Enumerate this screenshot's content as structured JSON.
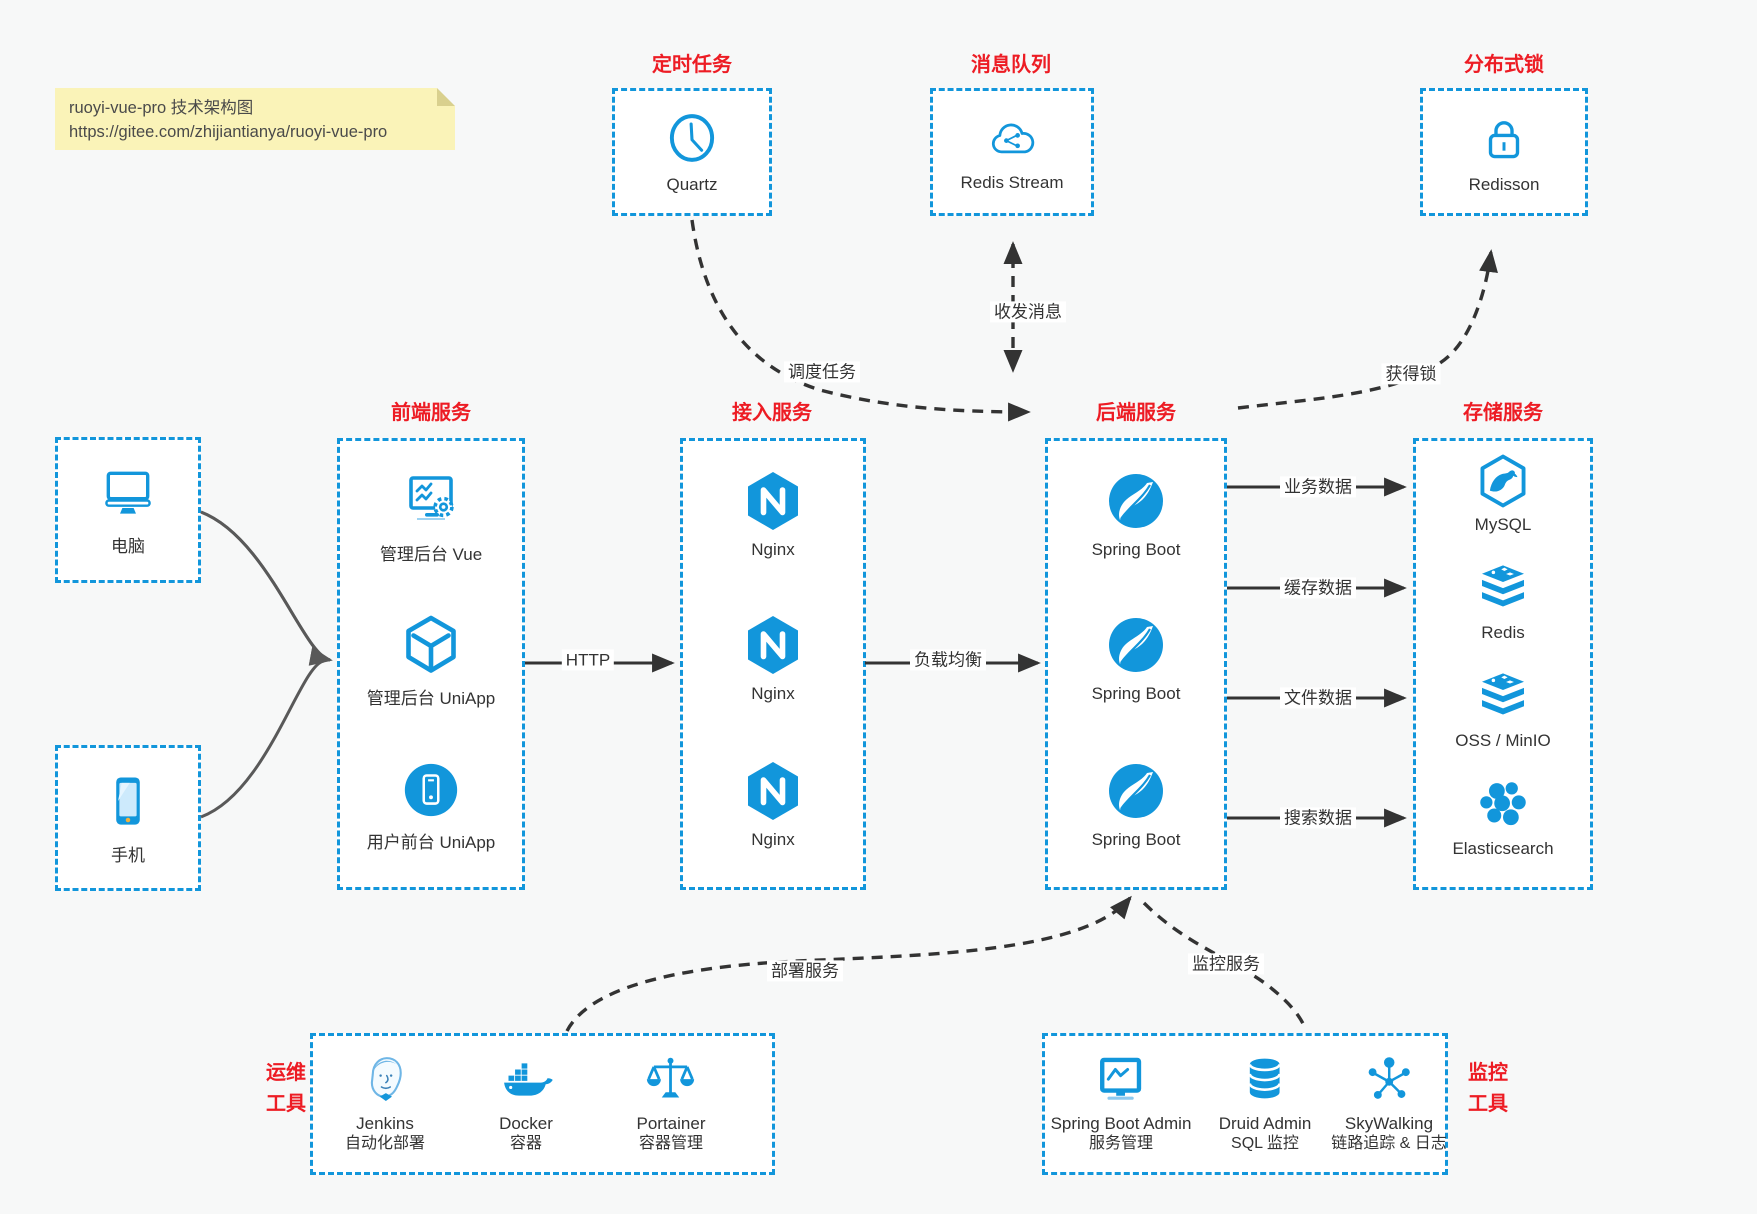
{
  "note": {
    "title": "ruoyi-vue-pro 技术架构图",
    "url": "https://gitee.com/zhijiantianya/ruoyi-vue-pro"
  },
  "sections": {
    "timer": {
      "title": "定时任务",
      "item": "Quartz",
      "icon": "clock-icon"
    },
    "mq": {
      "title": "消息队列",
      "item": "Redis Stream",
      "icon": "cloud-share-icon"
    },
    "lock": {
      "title": "分布式锁",
      "item": "Redisson",
      "icon": "lock-icon"
    },
    "clients": {
      "pc": "电脑",
      "pc_icon": "desktop-icon",
      "mobile": "手机",
      "mobile_icon": "smartphone-icon"
    },
    "frontend": {
      "title": "前端服务",
      "vue": "管理后台 Vue",
      "uniapp_admin": "管理后台 UniApp",
      "uniapp_user": "用户前台 UniApp"
    },
    "gateway": {
      "title": "接入服务",
      "nginx1": "Nginx",
      "nginx2": "Nginx",
      "nginx3": "Nginx"
    },
    "backend": {
      "title": "后端服务",
      "boot1": "Spring Boot",
      "boot2": "Spring Boot",
      "boot3": "Spring Boot"
    },
    "storage": {
      "title": "存储服务",
      "mysql": "MySQL",
      "redis": "Redis",
      "oss": "OSS / MinIO",
      "es": "Elasticsearch"
    },
    "ops": {
      "title1": "运维",
      "title2": "工具",
      "jenkins": "Jenkins",
      "jenkins_sub": "自动化部署",
      "docker": "Docker",
      "docker_sub": "容器",
      "portainer": "Portainer",
      "portainer_sub": "容器管理"
    },
    "monitor": {
      "title1": "监控",
      "title2": "工具",
      "sba": "Spring Boot Admin",
      "sba_sub": "服务管理",
      "druid": "Druid Admin",
      "druid_sub": "SQL 监控",
      "sky": "SkyWalking",
      "sky_sub": "链路追踪 & 日志"
    }
  },
  "edges": {
    "http": "HTTP",
    "lb": "负载均衡",
    "schedule": "调度任务",
    "msg": "收发消息",
    "lock": "获得锁",
    "biz": "业务数据",
    "cache": "缓存数据",
    "file": "文件数据",
    "search": "搜索数据",
    "deploy": "部署服务",
    "monitoring": "监控服务"
  },
  "colors": {
    "accent_blue": "#1296db",
    "title_red": "#ed1c24",
    "line_dark": "#333333",
    "client_arrow_gray": "#595959",
    "note_bg": "#faf3b8",
    "box_bg": "#ffffff",
    "page_bg": "#f7f8f8"
  }
}
